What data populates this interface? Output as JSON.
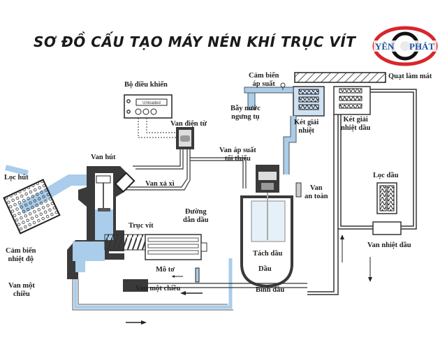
{
  "title": "SƠ ĐỒ CẤU TẠO MÁY NÉN KHÍ TRỤC VÍT",
  "logo": {
    "text_left": "YÊN",
    "text_right": "PHÁT",
    "brand_red": "#d8262b",
    "brand_blue": "#1b4fa0"
  },
  "controller_display": "Unloaded",
  "colors": {
    "air_flow": "#a9cdea",
    "outline": "#222222",
    "body_dark": "#3a3a3a"
  },
  "labels": {
    "controller": "Bộ điều khiển",
    "solenoid_valve": "Van điện từ",
    "pressure_sensor_l1": "Cảm biến",
    "pressure_sensor_l2": "áp suất",
    "water_trap_l1": "Bẫy nước",
    "water_trap_l2": "ngưng tụ",
    "cooler_l1": "Két giải",
    "cooler_l2": "nhiệt",
    "cooling_fan": "Quạt làm mát",
    "oil_cooler_l1": "Két giải",
    "oil_cooler_l2": "nhiệt dầu",
    "intake_valve": "Van hút",
    "intake_filter": "Lọc hút",
    "blowdown_valve": "Van xả xì",
    "min_pressure_valve_l1": "Van áp suất",
    "min_pressure_valve_l2": "tối thiểu",
    "safety_valve_l1": "Van",
    "safety_valve_l2": "an toàn",
    "oil_filter": "Lọc dầu",
    "oil_line_l1": "Đường",
    "oil_line_l2": "dẫn dầu",
    "screw": "Trục vít",
    "temp_sensor_l1": "Cảm biến",
    "temp_sensor_l2": "nhiệt độ",
    "check_valve_left_l1": "Van một",
    "check_valve_left_l2": "chiều",
    "motor": "Mô tơ",
    "check_valve_bottom": "Van một chiều",
    "oil_separator": "Tách dầu",
    "oil": "Dầu",
    "oil_tank": "Bình dầu",
    "oil_thermo_valve": "Van nhiệt dầu"
  }
}
